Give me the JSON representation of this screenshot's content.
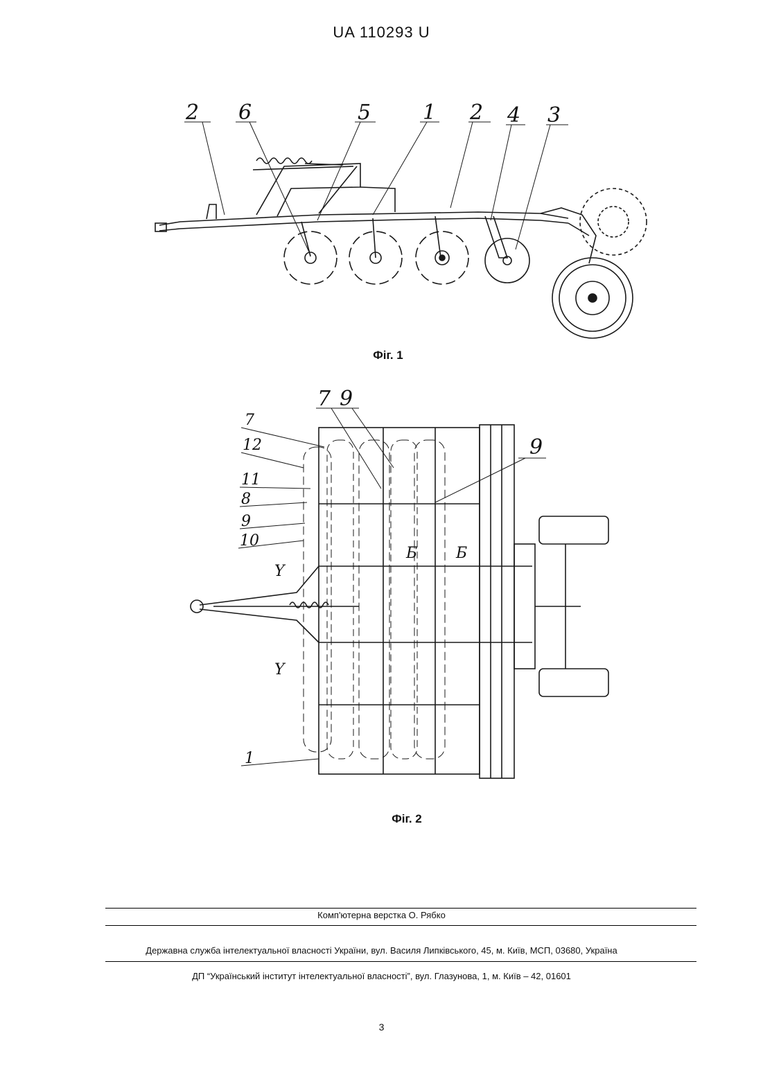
{
  "header": {
    "doc_number": "UA   110293   U"
  },
  "figure1": {
    "caption": "Фіг. 1",
    "callouts": [
      "2",
      "6",
      "5",
      "1",
      "2",
      "4",
      "3"
    ]
  },
  "figure2": {
    "caption": "Фіг. 2",
    "callouts_top": [
      "7",
      "9"
    ],
    "callout_right": "9",
    "callouts_left": [
      "7",
      "12",
      "11",
      "8",
      "9",
      "10",
      "1"
    ],
    "section_marks": [
      "Б",
      "Б"
    ],
    "view_marks": [
      "Y",
      "Y"
    ]
  },
  "footer": {
    "layout": "Комп'ютерна верстка О. Рябко",
    "office": "Державна служба інтелектуальної власності України, вул. Василя Липківського, 45, м. Київ, МСП, 03680, Україна",
    "institute": "ДП “Український інститут інтелектуальної власності”, вул. Глазунова, 1, м. Київ – 42, 01601",
    "page_number": "3"
  }
}
